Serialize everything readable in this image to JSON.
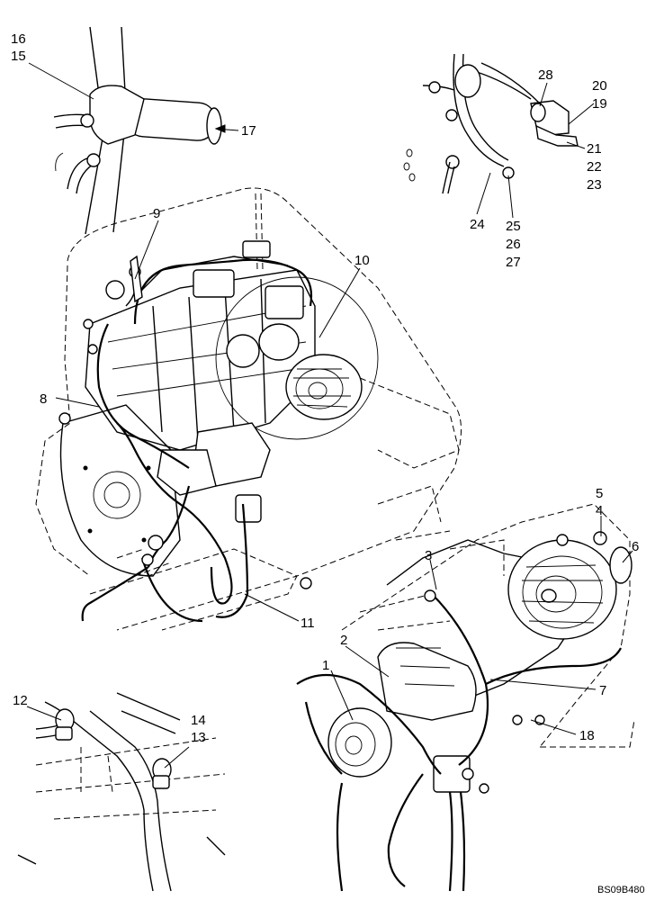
{
  "figure_code": "BS09B480",
  "callouts": [
    {
      "id": "c1",
      "label": "1"
    },
    {
      "id": "c2",
      "label": "2"
    },
    {
      "id": "c3",
      "label": "3"
    },
    {
      "id": "c4",
      "label": "4"
    },
    {
      "id": "c5",
      "label": "5"
    },
    {
      "id": "c6",
      "label": "6"
    },
    {
      "id": "c7",
      "label": "7"
    },
    {
      "id": "c8",
      "label": "8"
    },
    {
      "id": "c9",
      "label": "9"
    },
    {
      "id": "c10",
      "label": "10"
    },
    {
      "id": "c11",
      "label": "11"
    },
    {
      "id": "c12",
      "label": "12"
    },
    {
      "id": "c13",
      "label": "13"
    },
    {
      "id": "c14",
      "label": "14"
    },
    {
      "id": "c15",
      "label": "15"
    },
    {
      "id": "c16",
      "label": "16"
    },
    {
      "id": "c17",
      "label": "17"
    },
    {
      "id": "c18",
      "label": "18"
    },
    {
      "id": "c19",
      "label": "19"
    },
    {
      "id": "c20",
      "label": "20"
    },
    {
      "id": "c21",
      "label": "21"
    },
    {
      "id": "c22",
      "label": "22"
    },
    {
      "id": "c23",
      "label": "23"
    },
    {
      "id": "c24",
      "label": "24"
    },
    {
      "id": "c25",
      "label": "25"
    },
    {
      "id": "c26",
      "label": "26"
    },
    {
      "id": "c27",
      "label": "27"
    },
    {
      "id": "c28",
      "label": "28"
    }
  ]
}
